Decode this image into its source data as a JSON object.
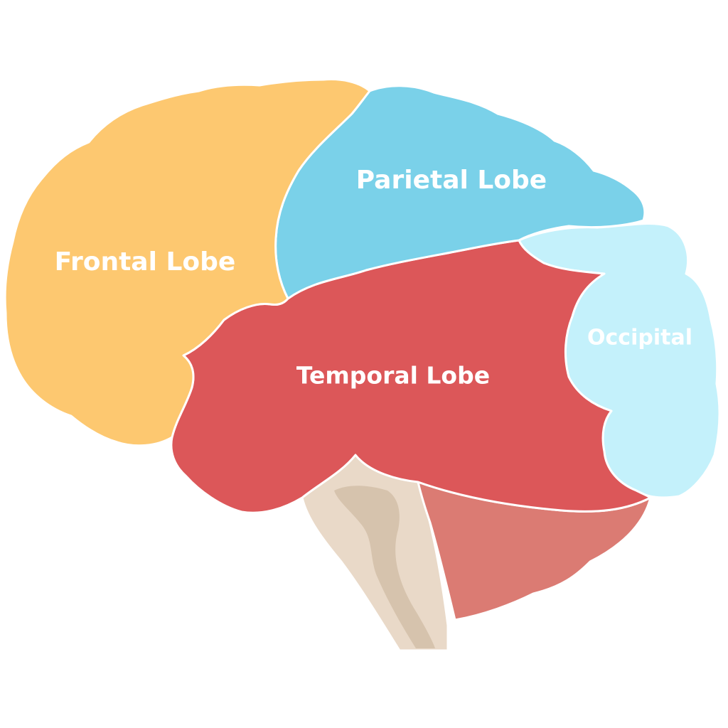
{
  "diagram": {
    "regions": [
      {
        "id": "frontal",
        "label": "Frontal Lobe",
        "color": "#fdc870"
      },
      {
        "id": "parietal",
        "label": "Parietal Lobe",
        "color": "#7ad1e9"
      },
      {
        "id": "temporal",
        "label": "Temporal Lobe",
        "color": "#dc5759"
      },
      {
        "id": "occipital",
        "label": "Occipital",
        "color": "#c4f1fb"
      },
      {
        "id": "cerebellum",
        "label": "",
        "color": "#db7b73"
      },
      {
        "id": "brainstem",
        "label": "",
        "color": "#e9d9c8"
      }
    ],
    "brainstem_shade": "#d6c3ad"
  }
}
